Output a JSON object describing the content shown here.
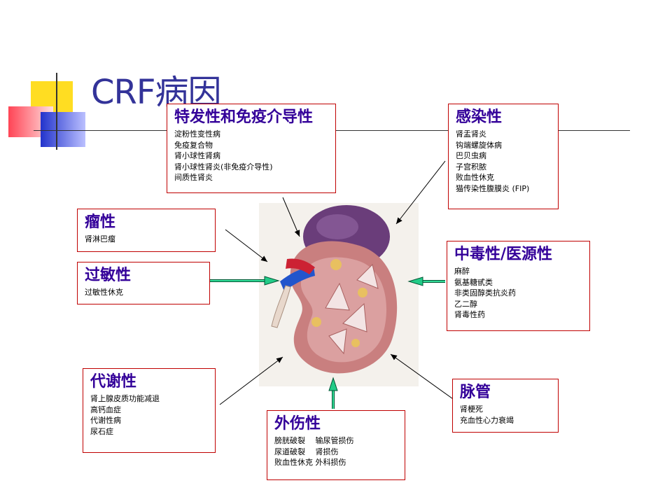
{
  "slide": {
    "title": "CRF病因",
    "image": "kidney-cross-section",
    "colors": {
      "title": "#333399",
      "heading": "#330099",
      "box_border": "#c00000",
      "green_arrow": "#00aa66"
    }
  },
  "boxes": {
    "idiopathic": {
      "heading": "特发性和免疫介导性",
      "items": [
        "淀粉性变性病",
        "免疫复合物",
        "肾小球性肾病",
        "肾小球性肾炎(非免疫介导性)",
        "间质性肾炎"
      ]
    },
    "infection": {
      "heading": "感染性",
      "items": [
        "肾盂肾炎",
        "钩端螺旋体病",
        "巴贝虫病",
        "子宫积脓",
        "败血性休克",
        "猫传染性腹膜炎 (FIP)"
      ]
    },
    "neoplastic": {
      "heading": "瘤性",
      "items": [
        "肾淋巴瘤"
      ]
    },
    "allergic": {
      "heading": "过敏性",
      "items": [
        "过敏性休克"
      ]
    },
    "toxic": {
      "heading": "中毒性/医源性",
      "items": [
        "麻醉",
        "氨基糖甙类",
        "非类固醇类抗炎药",
        "乙二醇",
        "肾毒性药"
      ]
    },
    "metabolic": {
      "heading": "代谢性",
      "items": [
        "肾上腺皮质功能减退",
        "高钙血症",
        "代谢性病",
        "尿石症"
      ]
    },
    "vascular": {
      "heading": "脉管",
      "items": [
        "肾梗死",
        "充血性心力衰竭"
      ]
    },
    "trauma": {
      "heading": "外伤性",
      "items": [
        "膀胱破裂　 输尿管损伤",
        "尿道破裂　 肾损伤",
        "败血性休克 外科损伤"
      ]
    }
  }
}
